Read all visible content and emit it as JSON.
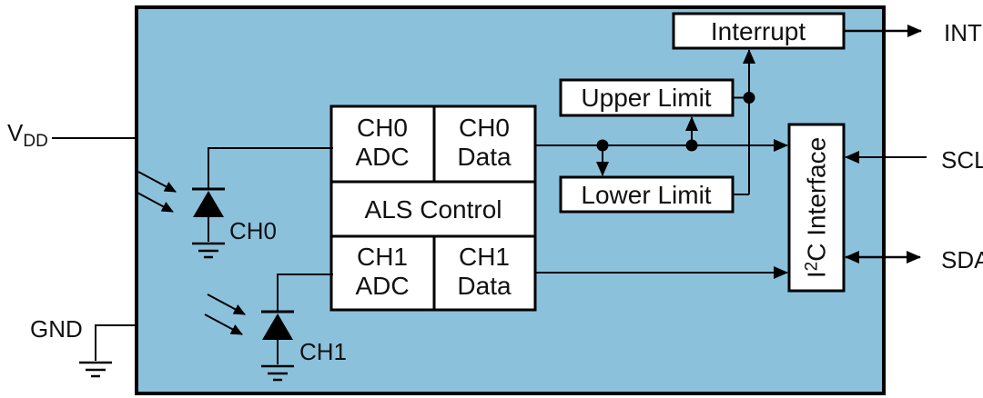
{
  "figure": {
    "type": "functional-block-diagram",
    "description": "Ambient light sensor block diagram with two photodiode channels, ALS control, limit comparators, interrupt logic and I2C interface"
  },
  "colors": {
    "chip_fill": "#8CC1DC",
    "box_fill": "#FFFFFF",
    "stroke": "#000000",
    "background": "#FFFFFF",
    "text": "#111111"
  },
  "pins": {
    "vdd": {
      "base": "V",
      "sub": "DD"
    },
    "gnd": "GND",
    "int": "INT",
    "scl": "SCL",
    "sda": "SDA"
  },
  "photodiodes": {
    "ch0_label": "CH0",
    "ch1_label": "CH1"
  },
  "blocks": {
    "ch0_adc": {
      "line1": "CH0",
      "line2": "ADC"
    },
    "ch0_data": {
      "line1": "CH0",
      "line2": "Data"
    },
    "als_control": "ALS Control",
    "ch1_adc": {
      "line1": "CH1",
      "line2": "ADC"
    },
    "ch1_data": {
      "line1": "CH1",
      "line2": "Data"
    },
    "upper_limit": "Upper Limit",
    "lower_limit": "Lower Limit",
    "interrupt": "Interrupt",
    "i2c": {
      "pre": "I",
      "sup": "2",
      "post": "C Interface"
    }
  }
}
